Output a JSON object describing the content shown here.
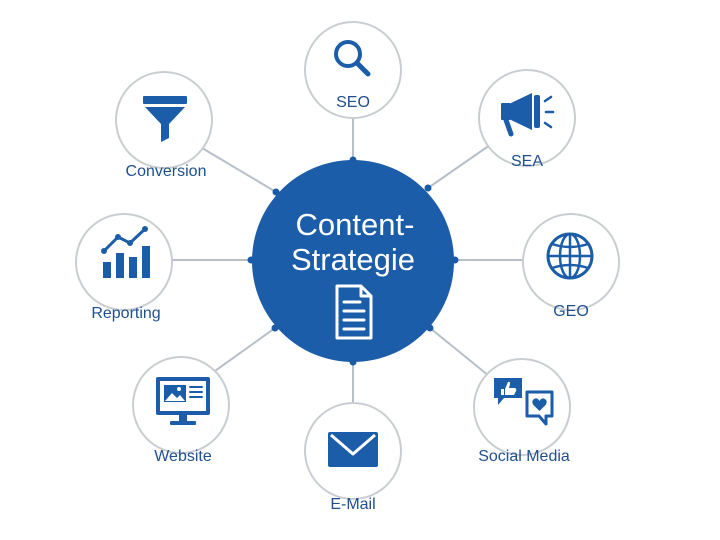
{
  "hub": {
    "title_line1": "Content-",
    "title_line2": "Strategie",
    "icon": "document-icon"
  },
  "nodes": [
    {
      "key": "seo",
      "label": "SEO",
      "icon": "magnifier-icon"
    },
    {
      "key": "sea",
      "label": "SEA",
      "icon": "megaphone-icon"
    },
    {
      "key": "geo",
      "label": "GEO",
      "icon": "globe-icon"
    },
    {
      "key": "social",
      "label": "Social Media",
      "icon": "chat-bubbles-icon"
    },
    {
      "key": "email",
      "label": "E-Mail",
      "icon": "envelope-icon"
    },
    {
      "key": "website",
      "label": "Website",
      "icon": "monitor-icon"
    },
    {
      "key": "reporting",
      "label": "Reporting",
      "icon": "bar-chart-icon"
    },
    {
      "key": "conversion",
      "label": "Conversion",
      "icon": "funnel-icon"
    }
  ],
  "colors": {
    "primary": "#1b5da8",
    "label": "#1e4f8f",
    "connector": "#b7bfc9",
    "ring": "#c9cdd2"
  }
}
